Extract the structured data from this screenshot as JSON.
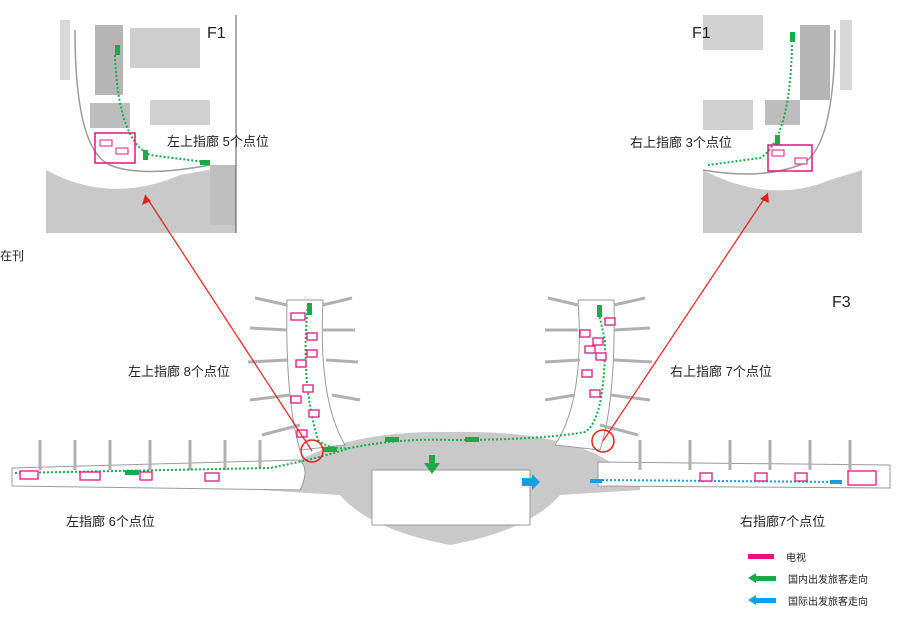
{
  "floors": {
    "top_left": "F1",
    "top_right": "F1",
    "main": "F3"
  },
  "side_note": "在刊",
  "labels": {
    "inset_left": "左上指廊 5个点位",
    "inset_right": "右上指廊 3个点位",
    "pier_upper_left": "左上指廊 8个点位",
    "pier_upper_right": "右上指廊 7个点位",
    "pier_left": "左指廊 6个点位",
    "pier_right": "右指廊7个点位"
  },
  "legend": [
    {
      "label": "电视",
      "color": "#e0157f",
      "icon": "tv-bar"
    },
    {
      "label": "国内出发旅客走向",
      "color": "#1aaa4a",
      "icon": "left-arrow"
    },
    {
      "label": "国际出发旅客走向",
      "color": "#1a9ee0",
      "icon": "left-arrow"
    }
  ],
  "colors": {
    "building": "#c9c9c9",
    "outline": "#9a9a9a",
    "tv": "#e0157f",
    "domestic": "#1aaa4a",
    "international": "#1a9ee0",
    "connector": "#e0231a"
  }
}
